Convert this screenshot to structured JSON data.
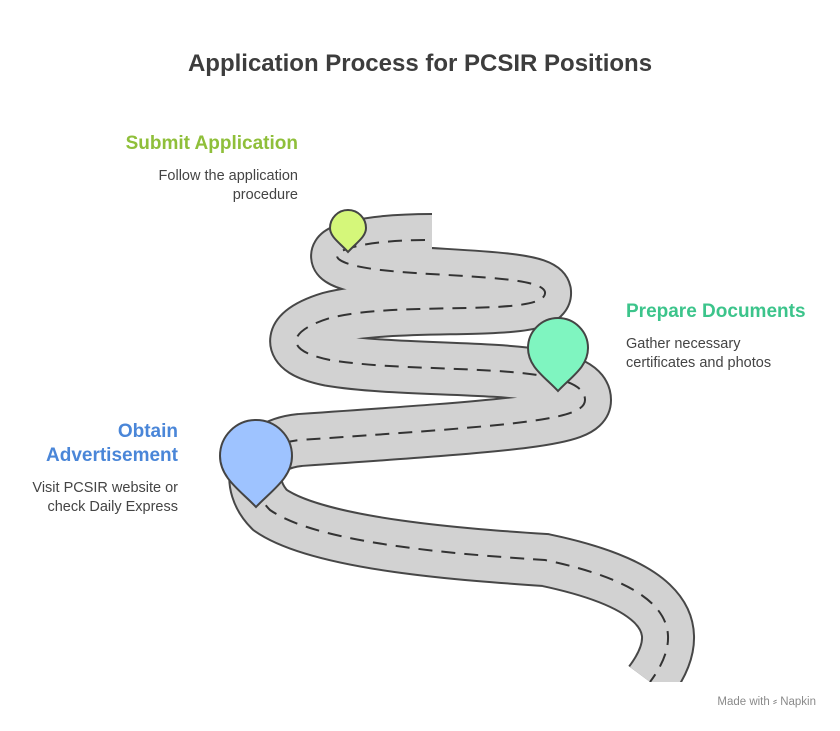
{
  "title": "Application Process for PCSIR Positions",
  "steps": [
    {
      "title": "Submit Application",
      "desc_lines": [
        "Follow the application",
        "procedure"
      ],
      "color": "#8fbf3a",
      "pin_color": "#d5f77a"
    },
    {
      "title": "Prepare Documents",
      "desc_lines": [
        "Gather necessary",
        "certificates and photos"
      ],
      "color": "#3cc48b",
      "pin_color": "#7ff5c0"
    },
    {
      "title_lines": [
        "Obtain",
        "Advertisement"
      ],
      "desc_lines": [
        "Visit PCSIR website or",
        "check Daily Express"
      ],
      "color": "#4a86d8",
      "pin_color": "#9ec3ff"
    }
  ],
  "footer": {
    "made_with": "Made with",
    "brand": "Napkin",
    "logo_icon": "napkin-logo-icon"
  },
  "road": {
    "fill": "#d2d2d2",
    "edge": "#474747",
    "lane_dash": "#333333"
  }
}
